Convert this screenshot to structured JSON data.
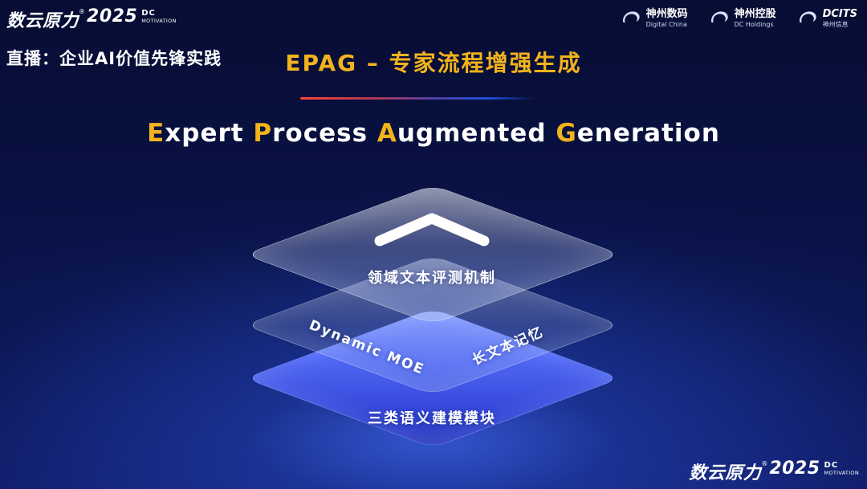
{
  "colors": {
    "gold_accent": "#f2b31c",
    "layer_blue": "#4258e8",
    "divider_red": "#ff4233",
    "divider_blue": "#1f4fd8",
    "background_navy": "#0a1349"
  },
  "brand": {
    "name": "数云原力",
    "reg": "®",
    "year": "2025",
    "sub_line1": "DC",
    "sub_line2": "MOTIVATION"
  },
  "header": {
    "live_label": "直播：企业AI价值先锋实践",
    "slide_title": "EPAG – 专家流程增强生成",
    "logos": [
      {
        "line1": "神州数码",
        "line2": "Digital China",
        "icon": "swoosh-icon"
      },
      {
        "line1": "神州控股",
        "line2": "DC Holdings",
        "icon": "swoosh-icon"
      },
      {
        "line1": "DCITS",
        "line2": "神州信息",
        "icon": "swoosh-icon"
      }
    ]
  },
  "main_title": {
    "full_text": "Expert Process Augmented Generation",
    "segments": [
      {
        "text": "E",
        "highlight": true
      },
      {
        "text": "xpert ",
        "highlight": false
      },
      {
        "text": "P",
        "highlight": true
      },
      {
        "text": "rocess ",
        "highlight": false
      },
      {
        "text": "A",
        "highlight": true
      },
      {
        "text": "ugmented ",
        "highlight": false
      },
      {
        "text": "G",
        "highlight": true
      },
      {
        "text": "eneration",
        "highlight": false
      }
    ]
  },
  "diagram": {
    "type": "layered-stack",
    "layers": [
      {
        "position": "top",
        "label": "领域文本评测机制",
        "icon": "chevron-up-icon",
        "style": "glass"
      },
      {
        "position": "middle",
        "label_left": "Dynamic MOE",
        "label_right": "长文本记忆",
        "style": "glass"
      },
      {
        "position": "bottom",
        "label": "三类语义建模模块",
        "style": "solid-blue"
      }
    ]
  }
}
